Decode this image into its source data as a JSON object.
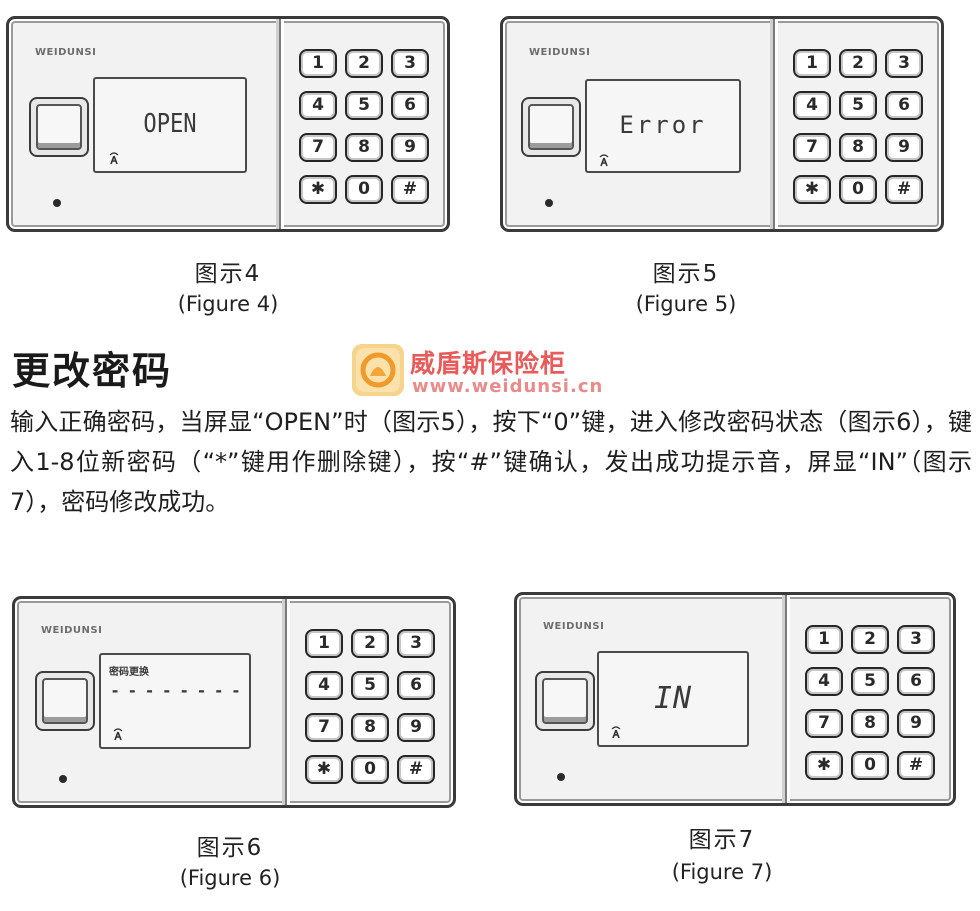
{
  "brand": "WEIDUNSI",
  "keys": [
    "1",
    "2",
    "3",
    "4",
    "5",
    "6",
    "7",
    "8",
    "9",
    "✱",
    "0",
    "#"
  ],
  "figures": [
    {
      "caption_zh": "图示4",
      "caption_en": "(Figure 4)",
      "screen_text": "OPEN"
    },
    {
      "caption_zh": "图示5",
      "caption_en": "(Figure 5)",
      "screen_text": "Error"
    },
    {
      "caption_zh": "图示6",
      "caption_en": "(Figure 6)",
      "screen_title": "密码更换",
      "screen_text": "- - - - - - - -"
    },
    {
      "caption_zh": "图示7",
      "caption_en": "(Figure 7)",
      "screen_text": "IN"
    }
  ],
  "heading": "更改密码",
  "watermark": {
    "name": "威盾斯保险柜",
    "url": "www.weidunsi.cn"
  },
  "paragraph": "输入正确密码，当屏显“OPEN”时（图示5），按下“0”键，进入修改密码状态（图示6），键入1-8位新密码（“*”键用作删除键），按“#”键确认，发出成功提示音，屏显“IN”（图示7），密码修改成功。",
  "colors": {
    "panel_border": "#3a3a3a",
    "panel_bg": "#f2f2f2",
    "watermark_red": "#e85b5b",
    "watermark_logo": "#f1c56a"
  }
}
